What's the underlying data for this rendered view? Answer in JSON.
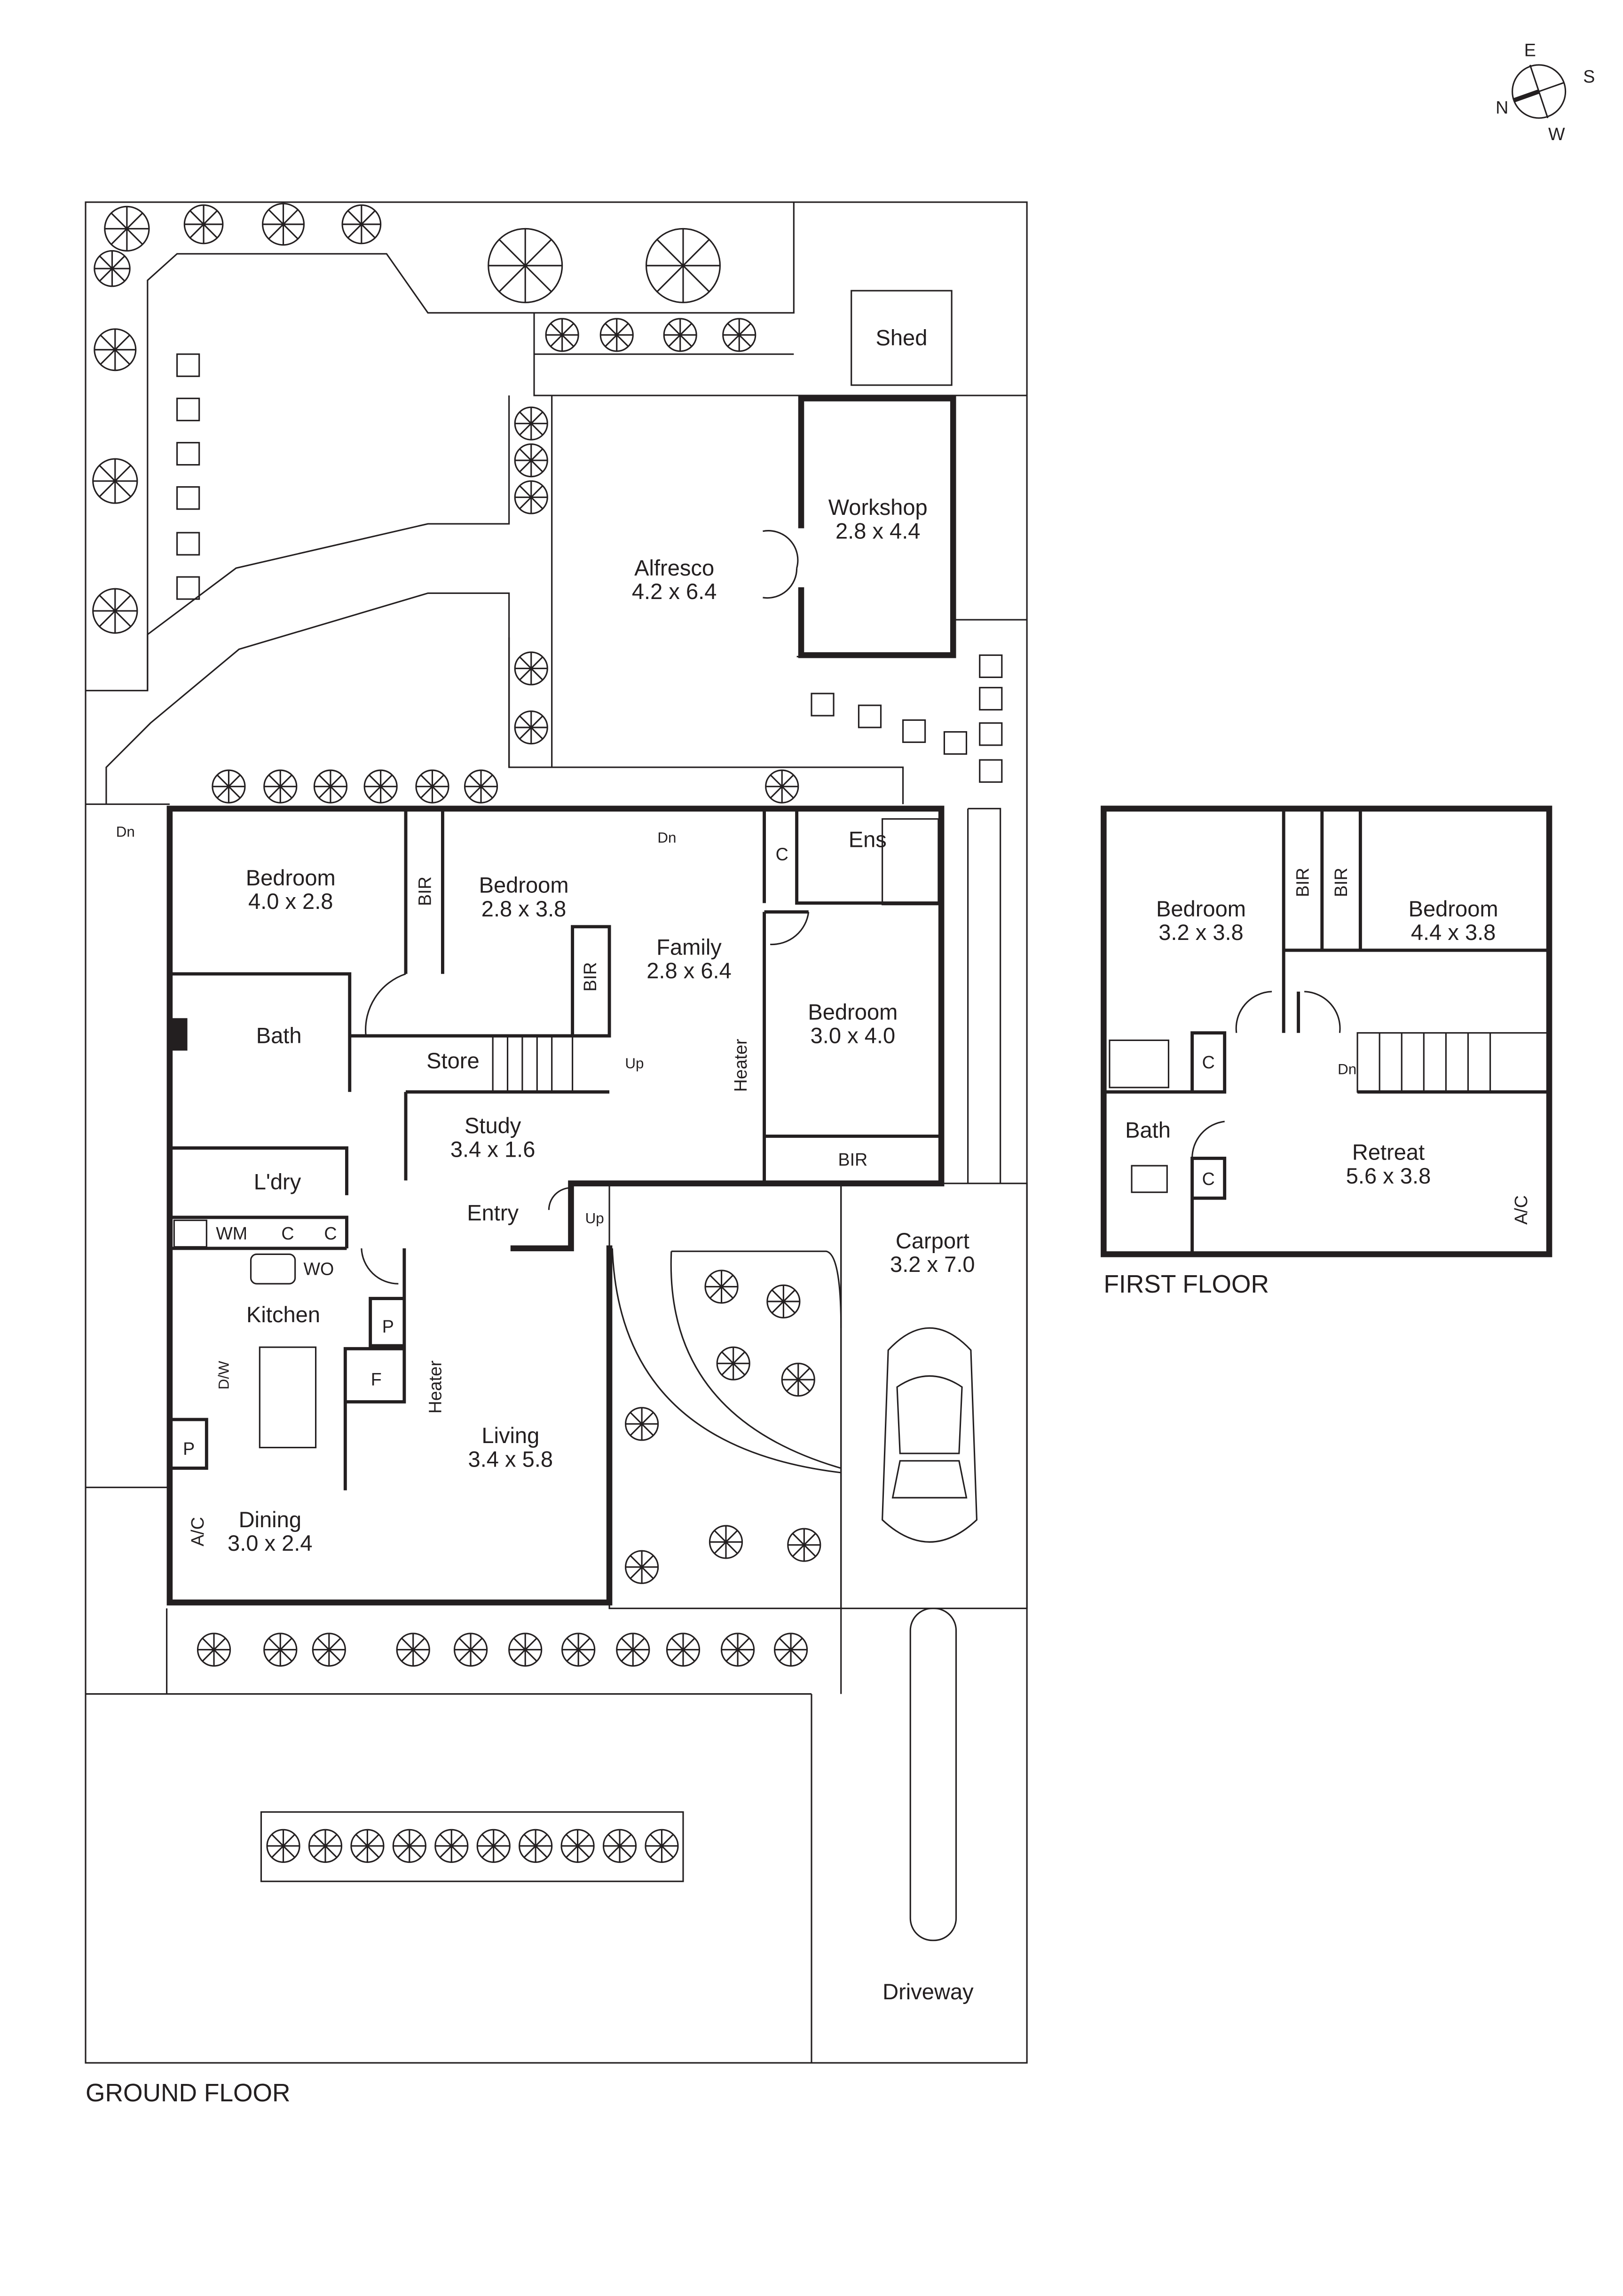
{
  "compass": {
    "n": "N",
    "e": "E",
    "s": "S",
    "w": "W"
  },
  "ground_floor": {
    "caption": "GROUND FLOOR",
    "rooms": [
      {
        "name": "Bedroom",
        "dims": "4.0 x 2.8"
      },
      {
        "name": "Bedroom",
        "dims": "2.8 x 3.8"
      },
      {
        "name": "Family",
        "dims": "2.8 x 6.4"
      },
      {
        "name": "Bedroom",
        "dims": "3.0 x 4.0"
      },
      {
        "name": "Alfresco",
        "dims": "4.2 x 6.4"
      },
      {
        "name": "Workshop",
        "dims": "2.8 x 4.4"
      },
      {
        "name": "Study",
        "dims": "3.4 x 1.6"
      },
      {
        "name": "Carport",
        "dims": "3.2 x 7.0"
      },
      {
        "name": "Living",
        "dims": "3.4 x 5.8"
      },
      {
        "name": "Dining",
        "dims": "3.0 x 2.4"
      }
    ],
    "areas": {
      "shed": "Shed",
      "bath": "Bath",
      "store": "Store",
      "ens": "Ens",
      "laundry": "L'dry",
      "entry": "Entry",
      "kitchen": "Kitchen",
      "driveway": "Driveway"
    },
    "fixtures": {
      "wm": "WM",
      "c1": "C",
      "c2": "C",
      "c_ens": "C",
      "wo": "WO",
      "p_kitchen": "P",
      "f": "F",
      "p_dining": "P",
      "heater_living": "Heater",
      "heater_family": "Heater",
      "dw": "D/W",
      "ac": "A/C",
      "bir1": "BIR",
      "bir2": "BIR",
      "bir3": "BIR",
      "up_family": "Up",
      "up_entry": "Up",
      "dn_garden": "Dn",
      "dn_family": "Dn"
    }
  },
  "first_floor": {
    "caption": "FIRST FLOOR",
    "rooms": [
      {
        "name": "Bedroom",
        "dims": "3.2 x 3.8"
      },
      {
        "name": "Bedroom",
        "dims": "4.4 x 3.8"
      },
      {
        "name": "Retreat",
        "dims": "5.6 x 3.8"
      }
    ],
    "areas": {
      "bath": "Bath"
    },
    "fixtures": {
      "bir1": "BIR",
      "bir2": "BIR",
      "c1": "C",
      "c2": "C",
      "dn": "Dn",
      "ac": "A/C"
    }
  }
}
